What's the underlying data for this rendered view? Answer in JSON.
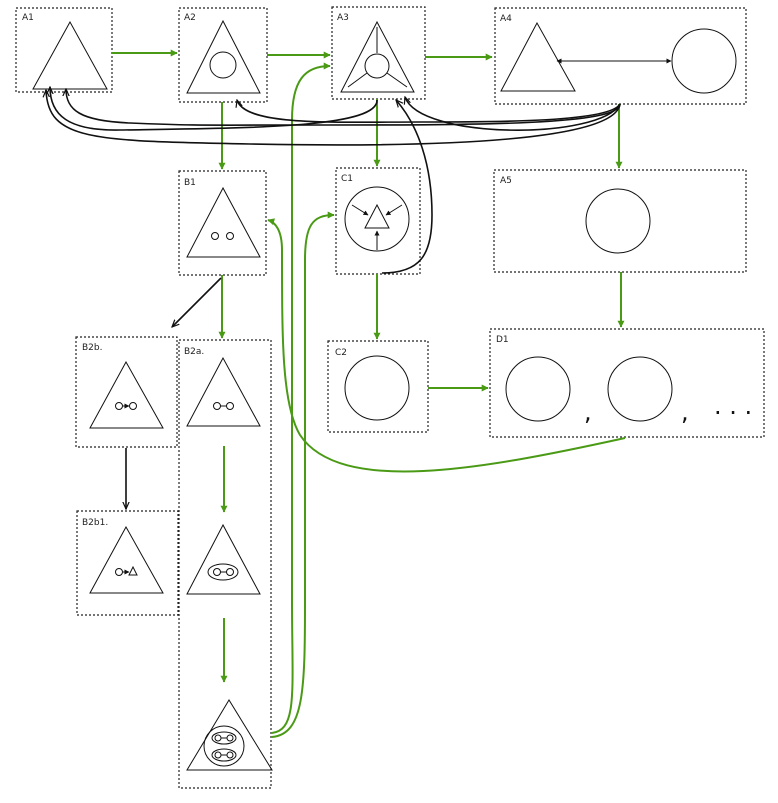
{
  "nodes": {
    "a1": {
      "label": "A1"
    },
    "a2": {
      "label": "A2"
    },
    "a3": {
      "label": "A3"
    },
    "a4": {
      "label": "A4"
    },
    "a5": {
      "label": "A5"
    },
    "b1": {
      "label": "B1"
    },
    "b2b": {
      "label": "B2b."
    },
    "b2a": {
      "label": "B2a."
    },
    "b2b1": {
      "label": "B2b1."
    },
    "c1": {
      "label": "C1"
    },
    "c2": {
      "label": "C2"
    },
    "d1": {
      "label": "D1",
      "separator_1": ",",
      "separator_2": ",",
      "ellipsis": ". . ."
    }
  },
  "colors": {
    "green_arrow": "#4a9a16",
    "black_arrow": "#111111"
  }
}
